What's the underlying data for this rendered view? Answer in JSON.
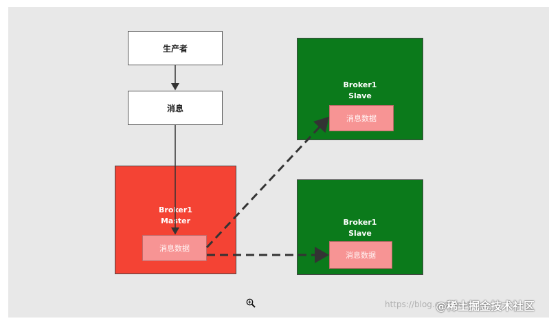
{
  "diagram": {
    "producer_label": "生产者",
    "message_label": "消息",
    "master": {
      "name": "Broker1",
      "role": "Master",
      "data_label": "消息数据"
    },
    "slave_top": {
      "name": "Broker1",
      "role": "Slave",
      "data_label": "消息数据"
    },
    "slave_bottom": {
      "name": "Broker1",
      "role": "Slave",
      "data_label": "消息数据"
    }
  },
  "overlay": {
    "watermark_text": "https://blog.csdn.net",
    "brand_text": "@稀土掘金技术社区"
  },
  "colors": {
    "canvas_bg": "#e8e8e8",
    "master_fill": "#f44334",
    "slave_fill": "#0b7a1b",
    "data_fill": "#f79494"
  },
  "icons": {
    "zoom": "zoom-in-icon"
  }
}
